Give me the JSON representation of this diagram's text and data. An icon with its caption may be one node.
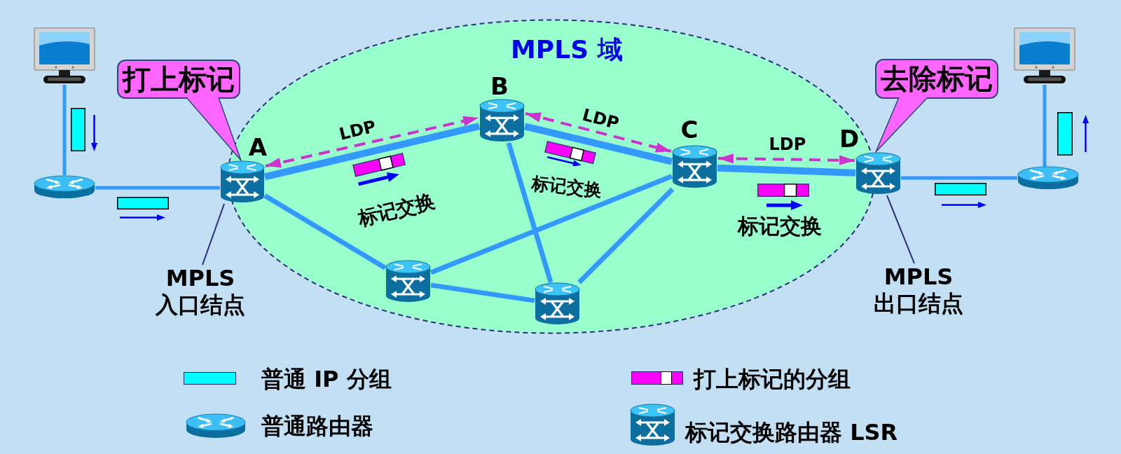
{
  "diagram": {
    "nodes": [
      {
        "text": [
          "MPLS 域"
        ]
      },
      {
        "text": [],
        "shape": "picture"
      },
      {
        "text": [
          "打上标记"
        ]
      },
      {
        "text": [],
        "shape": "cylinder"
      },
      {
        "text": [
          "A"
        ]
      },
      {
        "text": [
          "B"
        ],
        "in": 0
      },
      {
        "text": [
          "C"
        ],
        "in": 0
      },
      {
        "text": [
          "D"
        ]
      },
      {
        "text": [
          "去除标记"
        ]
      },
      {
        "text": [],
        "shape": "picture"
      },
      {
        "text": [],
        "shape": "cylinder"
      },
      {
        "text": [],
        "shape": "cylinder",
        "in": 0
      },
      {
        "text": [],
        "shape": "cylinder",
        "in": 0
      },
      {
        "text": [
          "MPLS 入口结点"
        ]
      },
      {
        "text": [
          "MPLS 出口结点"
        ]
      }
    ],
    "edges": [
      {
        "from": 1,
        "to": 3,
        "arrow": "none"
      },
      {
        "from": 3,
        "to": 4,
        "arrow": "none"
      },
      {
        "from": 4,
        "to": 5,
        "arrow": "none",
        "style": "thick"
      },
      {
        "from": 5,
        "to": 6,
        "arrow": "none",
        "style": "thick"
      },
      {
        "from": 6,
        "to": 7,
        "arrow": "none",
        "style": "thick"
      },
      {
        "from": 7,
        "to": 10,
        "arrow": "none"
      },
      {
        "from": 10,
        "to": 9,
        "arrow": "none"
      },
      {
        "from": 4,
        "to": 11,
        "arrow": "none"
      },
      {
        "from": 5,
        "to": 12,
        "arrow": "none"
      },
      {
        "from": 11,
        "to": 6,
        "arrow": "none"
      },
      {
        "from": 11,
        "to": 12,
        "arrow": "none"
      },
      {
        "from": 12,
        "to": 6,
        "arrow": "none"
      },
      {
        "from": 4,
        "to": 5,
        "arrow": "both",
        "label": "LDP",
        "style": "dashed",
        "color": "#cc33cc"
      },
      {
        "from": 5,
        "to": 6,
        "arrow": "both",
        "label": "LDP",
        "style": "dashed",
        "color": "#cc33cc"
      },
      {
        "from": 6,
        "to": 7,
        "arrow": "both",
        "label": "LDP",
        "style": "dashed",
        "color": "#cc33cc"
      },
      {
        "from": 2,
        "to": 4,
        "arrow": "to",
        "color": "#2b4a7a"
      },
      {
        "from": 8,
        "to": 7,
        "arrow": "to",
        "color": "#2b4a7a"
      },
      {
        "from": 13,
        "to": 4,
        "arrow": "none",
        "color": "#2a2a80"
      },
      {
        "from": 14,
        "to": 7,
        "arrow": "none",
        "color": "#2a2a80"
      }
    ],
    "labels": [
      "标记交换",
      "标记交换",
      "标记交换"
    ],
    "legend": [
      {
        "text": "普通 IP 分组",
        "color": "#00ffff"
      },
      {
        "text": "打上标记的分组",
        "color": "#ff00ff"
      },
      {
        "text": "普通路由器"
      },
      {
        "text": "标记交换路由器 LSR"
      }
    ]
  }
}
